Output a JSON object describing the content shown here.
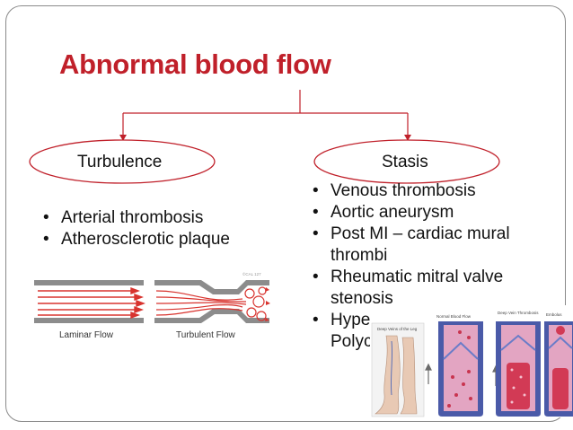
{
  "slide": {
    "title": "Abnormal blood flow",
    "branches": [
      {
        "label": "Turbulence",
        "bullets": [
          "Arterial thrombosis",
          "Atherosclerotic plaque"
        ]
      },
      {
        "label": "Stasis",
        "bullets": [
          "Venous thrombosis",
          "Aortic aneurysm",
          "Post MI – cardiac mural thrombi",
          "Rheumatic mitral valve stenosis",
          "Hype",
          "Polyc"
        ]
      }
    ],
    "flow_figure": {
      "laminar_label": "Laminar Flow",
      "turbulent_label": "Turbulent Flow",
      "corner_mark": "©CAL 127"
    },
    "vein_figure": {
      "panel_labels": [
        "Normal Blood Flow",
        "Deep Vein Thrombosis",
        "Embolus"
      ],
      "leg_caption": "Deep Veins of the Leg"
    }
  },
  "colors": {
    "title": "#c0202a",
    "oval_border": "#c0202a",
    "connector": "#c0202a",
    "flow_arrows": "#d8332e",
    "pipe_wall": "#8c8c8c"
  }
}
